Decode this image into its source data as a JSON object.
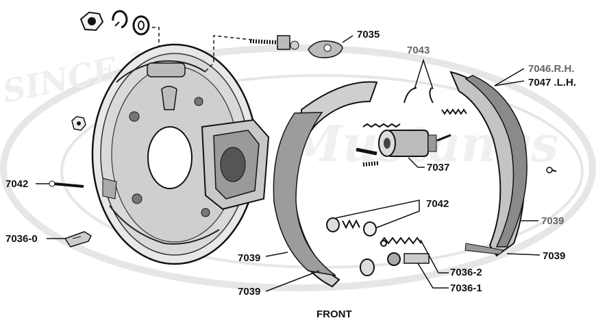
{
  "labels": {
    "p7035": "7035",
    "p7043": "7043",
    "p7046": "7046.R.H.",
    "p7047": "7047 .L.H.",
    "p7037": "7037",
    "p7042_right": "7042",
    "p7042_left": "7042",
    "p7036_0": "7036-0",
    "p7039_a": "7039",
    "p7039_b": "7039",
    "p7039_c": "7039",
    "p7039_d": "7039",
    "p7036_2": "7036-2",
    "p7036_1": "7036-1",
    "front": "FRONT"
  },
  "watermark": {
    "line1": "SINCE 19",
    "line2": "Mustangs"
  },
  "colors": {
    "ink": "#111111",
    "label_gray": "#666666",
    "watermark": "#e9e9e9"
  }
}
